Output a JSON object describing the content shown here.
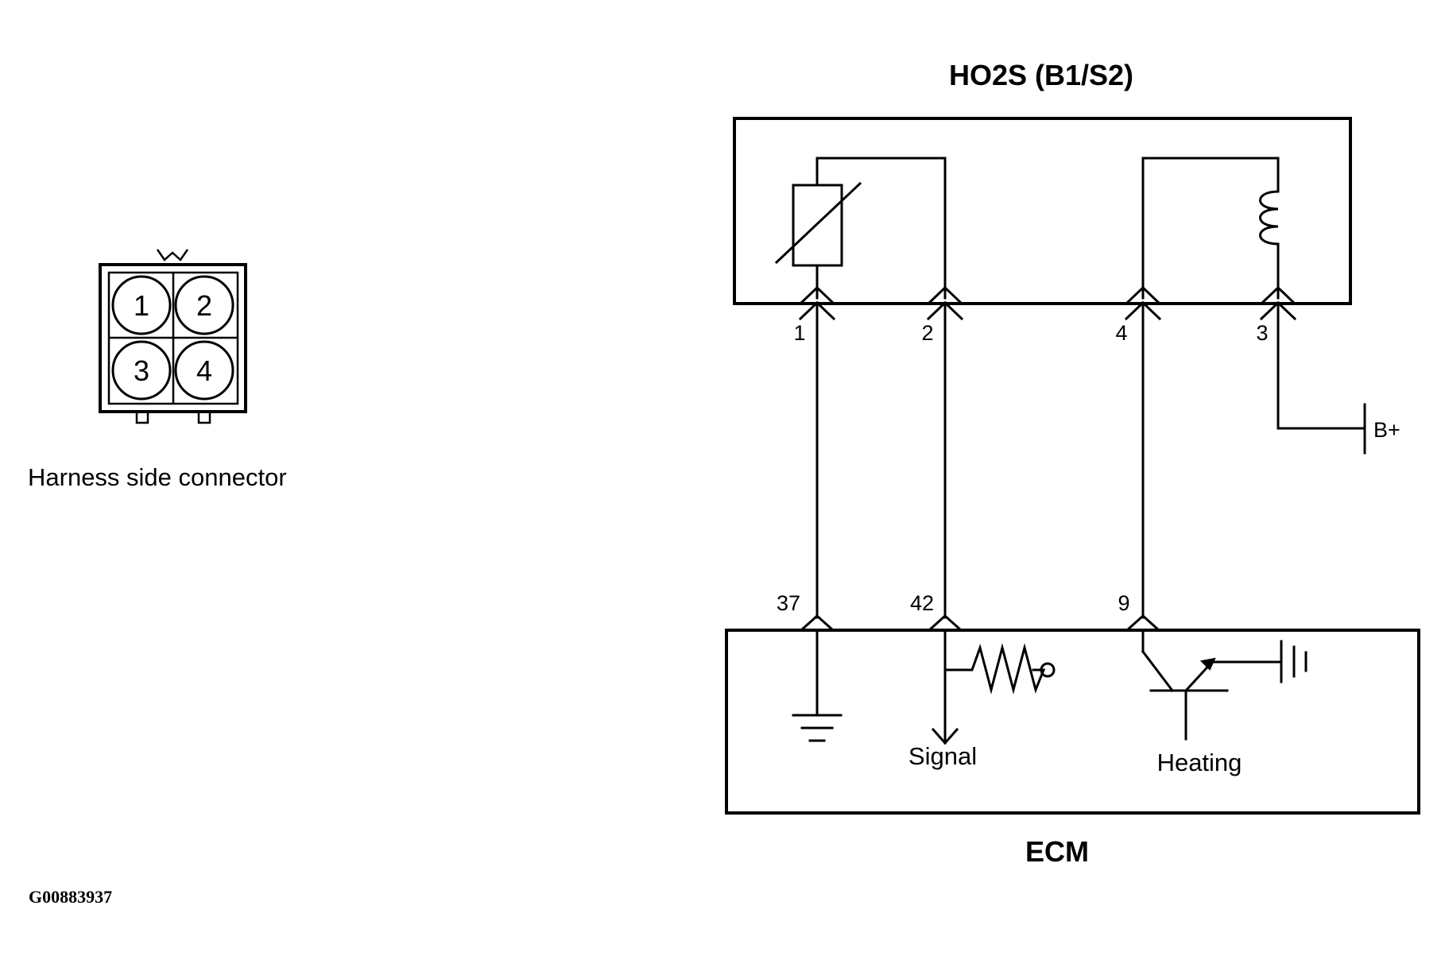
{
  "connector": {
    "caption": "Harness side connector",
    "cavities": [
      "1",
      "2",
      "3",
      "4"
    ]
  },
  "sensor": {
    "title": "HO2S (B1/S2)",
    "pins": [
      "1",
      "2",
      "4",
      "3"
    ],
    "supply_label": "B+"
  },
  "ecm": {
    "title": "ECM",
    "pins": [
      "37",
      "42",
      "9"
    ],
    "signal_label": "Signal",
    "heating_label": "Heating"
  },
  "figure_id": "G00883937"
}
